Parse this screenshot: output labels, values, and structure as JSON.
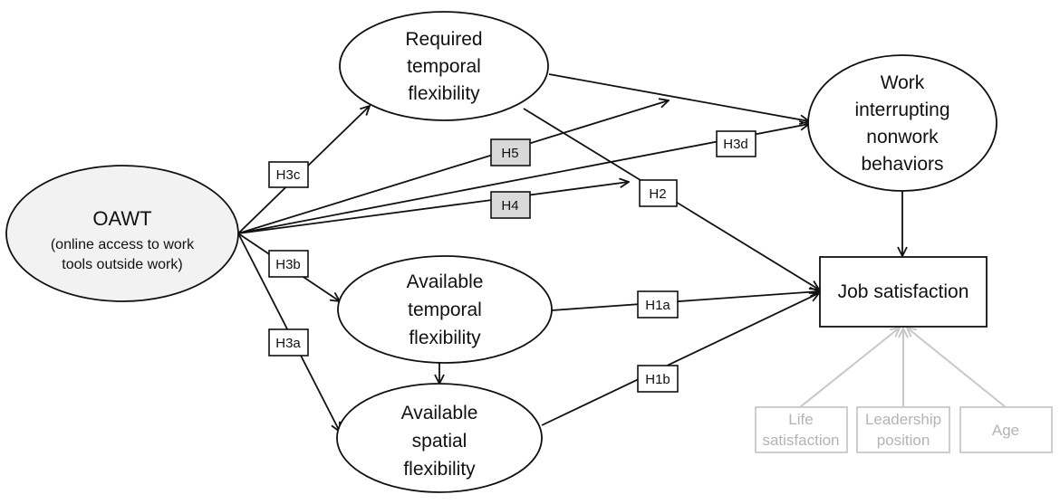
{
  "nodes": {
    "oawt": {
      "title": "OAWT",
      "sub1": "(online access to work",
      "sub2": "tools outside work)"
    },
    "required_temporal": {
      "line1": "Required",
      "line2": "temporal",
      "line3": "flexibility"
    },
    "work_interrupting": {
      "line1": "Work",
      "line2": "interrupting",
      "line3": "nonwork",
      "line4": "behaviors"
    },
    "available_temporal": {
      "line1": "Available",
      "line2": "temporal",
      "line3": "flexibility"
    },
    "available_spatial": {
      "line1": "Available",
      "line2": "spatial",
      "line3": "flexibility"
    },
    "job_satisfaction": {
      "label": "Job satisfaction"
    }
  },
  "controls": {
    "life_satisfaction": {
      "line1": "Life",
      "line2": "satisfaction"
    },
    "leadership_position": {
      "line1": "Leadership",
      "line2": "position"
    },
    "age": {
      "label": "Age"
    }
  },
  "hypotheses": {
    "h3c": "H3c",
    "h5": "H5",
    "h3d": "H3d",
    "h2": "H2",
    "h4": "H4",
    "h3b": "H3b",
    "h1a": "H1a",
    "h3a": "H3a",
    "h1b": "H1b"
  },
  "colors": {
    "node_fill_white": "#ffffff",
    "node_fill_grey": "#f2f2f2",
    "label_fill_grey": "#d9d9d9",
    "line": "#111111",
    "control_grey": "#b4b4b4"
  }
}
